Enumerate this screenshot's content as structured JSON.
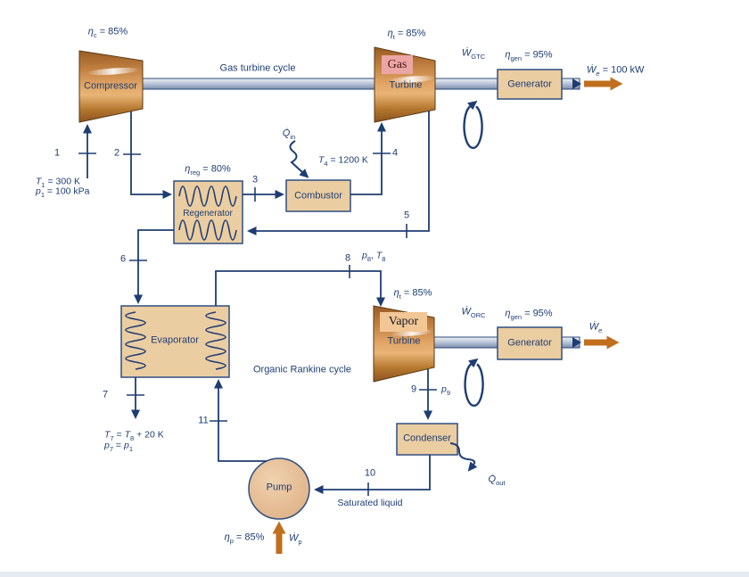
{
  "colors": {
    "ink": "#1e3d72",
    "box_fill": "#ebcda2",
    "box_border": "#2f4f82",
    "orange_arrow": "#c06f1e",
    "gas_highlight": "#eba6a4",
    "vapor_highlight": "#f2c795",
    "copper_machine": "#c98a4c",
    "shaft_gray": "#a7b3c9"
  },
  "gas_cycle": {
    "title": "Gas turbine cycle",
    "compressor_label": "Compressor",
    "compressor_eff": [
      {
        "t": "η",
        "it": true
      },
      {
        "t": "c",
        "sub": true
      },
      {
        "t": " = 85%"
      }
    ],
    "turbine_word": "Gas",
    "turbine_label": "Turbine",
    "turbine_eff": [
      {
        "t": "η",
        "it": true
      },
      {
        "t": "t",
        "sub": true
      },
      {
        "t": " = 85%"
      }
    ],
    "shaft_power": [
      {
        "t": "Ẇ",
        "it": true
      },
      {
        "t": "GTC",
        "sub": true
      }
    ],
    "generator_label": "Generator",
    "generator_eff": [
      {
        "t": "η",
        "it": true
      },
      {
        "t": "gen",
        "sub": true
      },
      {
        "t": " = 95%"
      }
    ],
    "net_power": [
      {
        "t": "Ẇ",
        "it": true
      },
      {
        "t": "e",
        "sub": true,
        "it": true
      },
      {
        "t": " = 100 kW"
      }
    ],
    "regenerator_label": "Regenerator",
    "regenerator_eff": [
      {
        "t": "η",
        "it": true
      },
      {
        "t": "reg",
        "sub": true
      },
      {
        "t": " = 80%"
      }
    ],
    "combustor_label": "Combustor",
    "heat_in": [
      {
        "t": "Q̇",
        "it": true
      },
      {
        "t": "in",
        "sub": true
      }
    ],
    "t1": [
      {
        "t": "T",
        "it": true
      },
      {
        "t": "1",
        "sub": true
      },
      {
        "t": " = 300 K"
      }
    ],
    "p1": [
      {
        "t": "p",
        "it": true
      },
      {
        "t": "1",
        "sub": true
      },
      {
        "t": " = 100 kPa"
      }
    ],
    "t4": [
      {
        "t": "T",
        "it": true
      },
      {
        "t": "4",
        "sub": true
      },
      {
        "t": " = 1200 K"
      }
    ]
  },
  "orc": {
    "title": "Organic Rankine cycle",
    "evaporator_label": "Evaporator",
    "turbine_word": "Vapor",
    "turbine_label": "Turbine",
    "turbine_eff": [
      {
        "t": "η",
        "it": true
      },
      {
        "t": "t",
        "sub": true
      },
      {
        "t": " = 85%"
      }
    ],
    "shaft_power": [
      {
        "t": "Ẇ",
        "it": true
      },
      {
        "t": "ORC",
        "sub": true
      }
    ],
    "generator_label": "Generator",
    "generator_eff": [
      {
        "t": "η",
        "it": true
      },
      {
        "t": "gen",
        "sub": true
      },
      {
        "t": " = 95%"
      }
    ],
    "net_power": [
      {
        "t": "Ẇ",
        "it": true
      },
      {
        "t": "e",
        "sub": true,
        "it": true
      }
    ],
    "condenser_label": "Condenser",
    "heat_out": [
      {
        "t": "Q̇",
        "it": true
      },
      {
        "t": "out",
        "sub": true
      }
    ],
    "pump_label": "Pump",
    "pump_eff": [
      {
        "t": "η",
        "it": true
      },
      {
        "t": "p",
        "sub": true
      },
      {
        "t": " = 85%"
      }
    ],
    "pump_power": [
      {
        "t": "Ẇ",
        "it": true
      },
      {
        "t": "p",
        "sub": true
      }
    ],
    "saturated_liquid": "Saturated liquid",
    "t7": [
      {
        "t": "T",
        "it": true
      },
      {
        "t": "7",
        "sub": true
      },
      {
        "t": " = "
      },
      {
        "t": "T",
        "it": true
      },
      {
        "t": "8",
        "sub": true
      },
      {
        "t": " + 20 K"
      }
    ],
    "p7": [
      {
        "t": "p",
        "it": true
      },
      {
        "t": "7",
        "sub": true
      },
      {
        "t": " = "
      },
      {
        "t": "p",
        "it": true
      },
      {
        "t": "1",
        "sub": true
      }
    ],
    "p8t8": [
      {
        "t": "p",
        "it": true
      },
      {
        "t": "8",
        "sub": true
      },
      {
        "t": ", "
      },
      {
        "t": "T",
        "it": true
      },
      {
        "t": "8",
        "sub": true
      }
    ],
    "p9": [
      {
        "t": "p",
        "it": true
      },
      {
        "t": "9",
        "sub": true
      }
    ]
  },
  "states": {
    "s1": "1",
    "s2": "2",
    "s3": "3",
    "s4": "4",
    "s5": "5",
    "s6": "6",
    "s7": "7",
    "s8": "8",
    "s9": "9",
    "s10": "10",
    "s11": "11"
  }
}
